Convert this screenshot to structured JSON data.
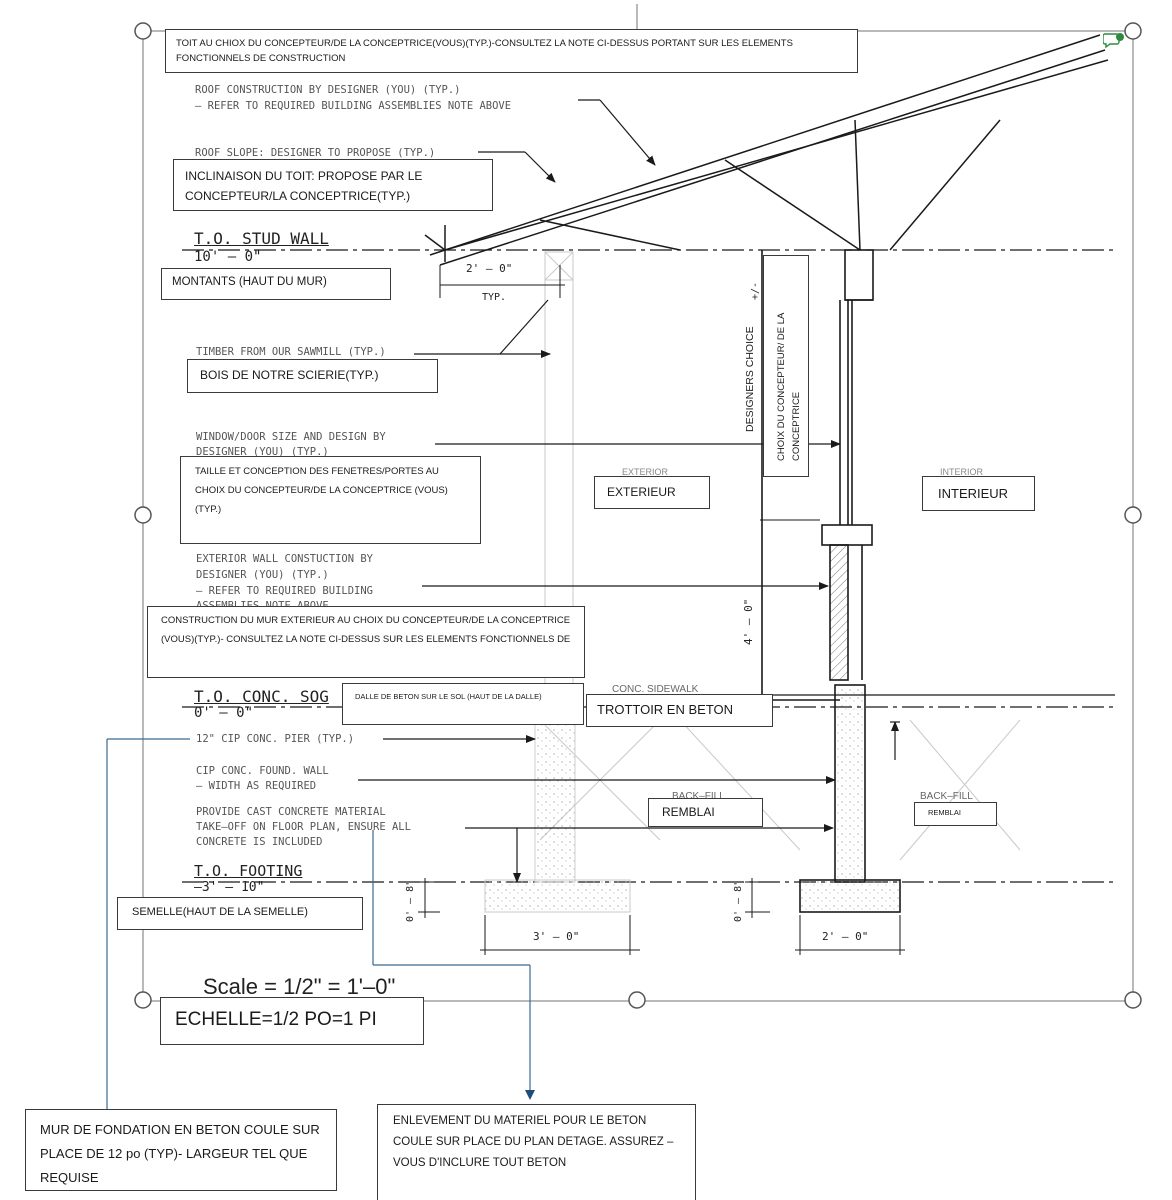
{
  "labels_fr": {
    "toit": "TOIT AU CHIOX DU CONCEPTEUR/DE LA CONCEPTRICE(VOUS)(TYP.)-CONSULTEZ LA NOTE CI-DESSUS PORTANT SUR LES ELEMENTS FONCTIONNELS DE CONSTRUCTION",
    "inclinaison": "INCLINAISON DU TOIT: PROPOSE PAR LE CONCEPTEUR/LA CONCEPTRICE(TYP.)",
    "montants": "MONTANTS (HAUT DU MUR)",
    "bois": "BOIS DE NOTRE SCIERIE(TYP.)",
    "taille": "TAILLE ET CONCEPTION DES FENETRES/PORTES AU CHOIX DU CONCEPTEUR/DE LA CONCEPTRICE (VOUS)(TYP.)",
    "construction": "CONSTRUCTION DU MUR EXTERIEUR AU CHOIX DU CONCEPTEUR/DE LA CONCEPTRICE (VOUS)(TYP.)- CONSULTEZ LA NOTE CI-DESSUS SUR LES ELEMENTS FONCTIONNELS DE",
    "dalle": "DALLE DE BETON SUR LE SOL (HAUT DE LA DALLE)",
    "trottoir": "TROTTOIR EN BETON",
    "exterieur": "EXTERIEUR",
    "interieur": "INTERIEUR",
    "remblai": "REMBLAI",
    "remblai_small": "REMBLAI",
    "semelle": "SEMELLE(HAUT DE LA SEMELLE)",
    "echelle": "ECHELLE=1/2 PO=1 PI",
    "choix": "CHOIX DU CONCEPTEUR/ DE LA CONCEPTRICE",
    "mur_fondation": "MUR DE FONDATION EN BETON COULE SUR PLACE DE 12 po (TYP)- LARGEUR TEL QUE REQUISE",
    "enlevement": "ENLEVEMENT DU MATERIEL POUR LE BETON COULE SUR PLACE DU PLAN DETAGE. ASSUREZ – VOUS D'INCLURE TOUT BETON"
  },
  "labels_en": {
    "roof_construction": "ROOF CONSTRUCTION BY DESIGNER (YOU) (TYP.)",
    "roof_construction_2": "– REFER TO REQUIRED BUILDING ASSEMBLIES NOTE ABOVE",
    "roof_slope": "ROOF SLOPE: DESIGNER TO PROPOSE (TYP.)",
    "stud_wall": "T.O. STUD WALL",
    "stud_wall_elev": "10' – 0\"",
    "timber": "TIMBER FROM OUR SAWMILL (TYP.)",
    "window": "WINDOW/DOOR SIZE AND DESIGN BY",
    "window_2": "DESIGNER (YOU) (TYP.)",
    "ext_wall": "EXTERIOR WALL CONSTUCTION BY",
    "ext_wall_2": "DESIGNER (YOU) (TYP.)",
    "ext_wall_3": "– REFER TO REQUIRED BUILDING",
    "ext_wall_4": "ASSEMBLIES NOTE ABOVE",
    "conc_sog": "T.O. CONC. SOG",
    "conc_sog_elev": "0' – 0\"",
    "pier": "12\" CIP CONC. PIER (TYP.)",
    "found_wall": "CIP CONC. FOUND. WALL",
    "found_wall_2": "– WIDTH AS REQUIRED",
    "provide": "PROVIDE CAST CONCRETE MATERIAL",
    "provide_2": "TAKE–OFF ON FLOOR PLAN, ENSURE ALL",
    "provide_3": "CONCRETE IS INCLUDED",
    "footing": "T.O. FOOTING",
    "footing_elev": "–3' – 10\"",
    "scale": "Scale = 1/2\" = 1'–0\"",
    "designers_choice": "DESIGNERS CHOICE",
    "exterior": "EXTERIOR",
    "interior": "INTERIOR",
    "backfill": "BACK–FILL",
    "conc_sidewalk": "CONC. SIDEWALK"
  },
  "dimensions": {
    "overhang": "2' – 0\"",
    "typ": "TYP.",
    "plus_minus": "+/-",
    "wall_4ft": "4' – 0\"",
    "footing_h1": "0' – 8\"",
    "footing_h2": "0' – 8\"",
    "footing_w1": "3' – 0\"",
    "footing_w2": "2' – 0\""
  },
  "colors": {
    "line": "#1a1a1a",
    "leader": "#3b6a8f",
    "arrow": "#1f4e79",
    "handle": "#555555",
    "comment": "#2e8b3e"
  },
  "icons": {
    "comment": "comment-icon"
  }
}
